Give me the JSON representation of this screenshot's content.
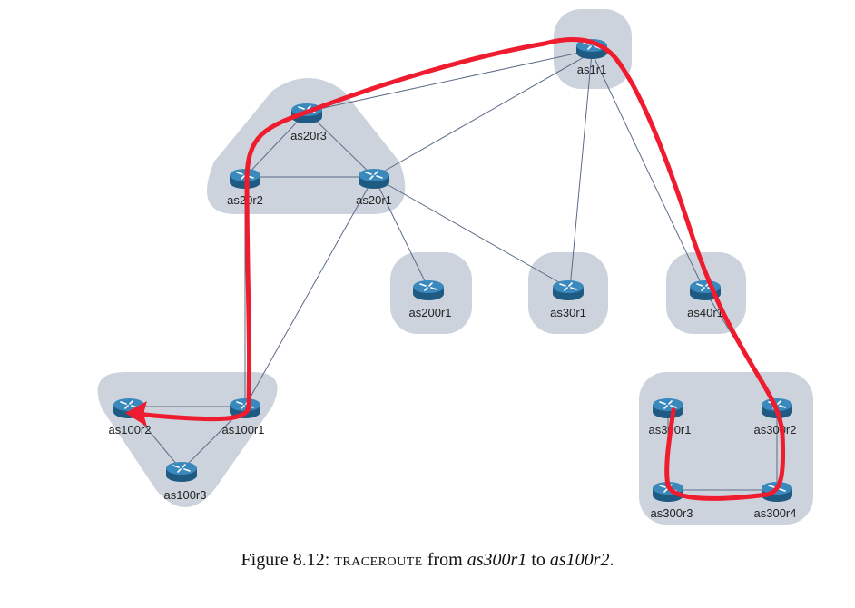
{
  "routers": {
    "as1r1": "as1r1",
    "as20r1": "as20r1",
    "as20r2": "as20r2",
    "as20r3": "as20r3",
    "as200r1": "as200r1",
    "as30r1": "as30r1",
    "as40r1": "as40r1",
    "as100r1": "as100r1",
    "as100r2": "as100r2",
    "as100r3": "as100r3",
    "as300r1": "as300r1",
    "as300r2": "as300r2",
    "as300r3": "as300r3",
    "as300r4": "as300r4"
  },
  "caption": {
    "prefix": "Figure 8.12: ",
    "command": "traceroute",
    "from_word": " from ",
    "source": "as300r1",
    "to_word": " to ",
    "destination": "as100r2",
    "suffix": "."
  },
  "colors": {
    "as_group_fill": "#cdd3dd",
    "router_body": "#2a6f9e",
    "router_top": "#3d8cbf",
    "link": "#5a6b86",
    "trace_path": "#ee1c2e"
  },
  "icon": "router-icon"
}
